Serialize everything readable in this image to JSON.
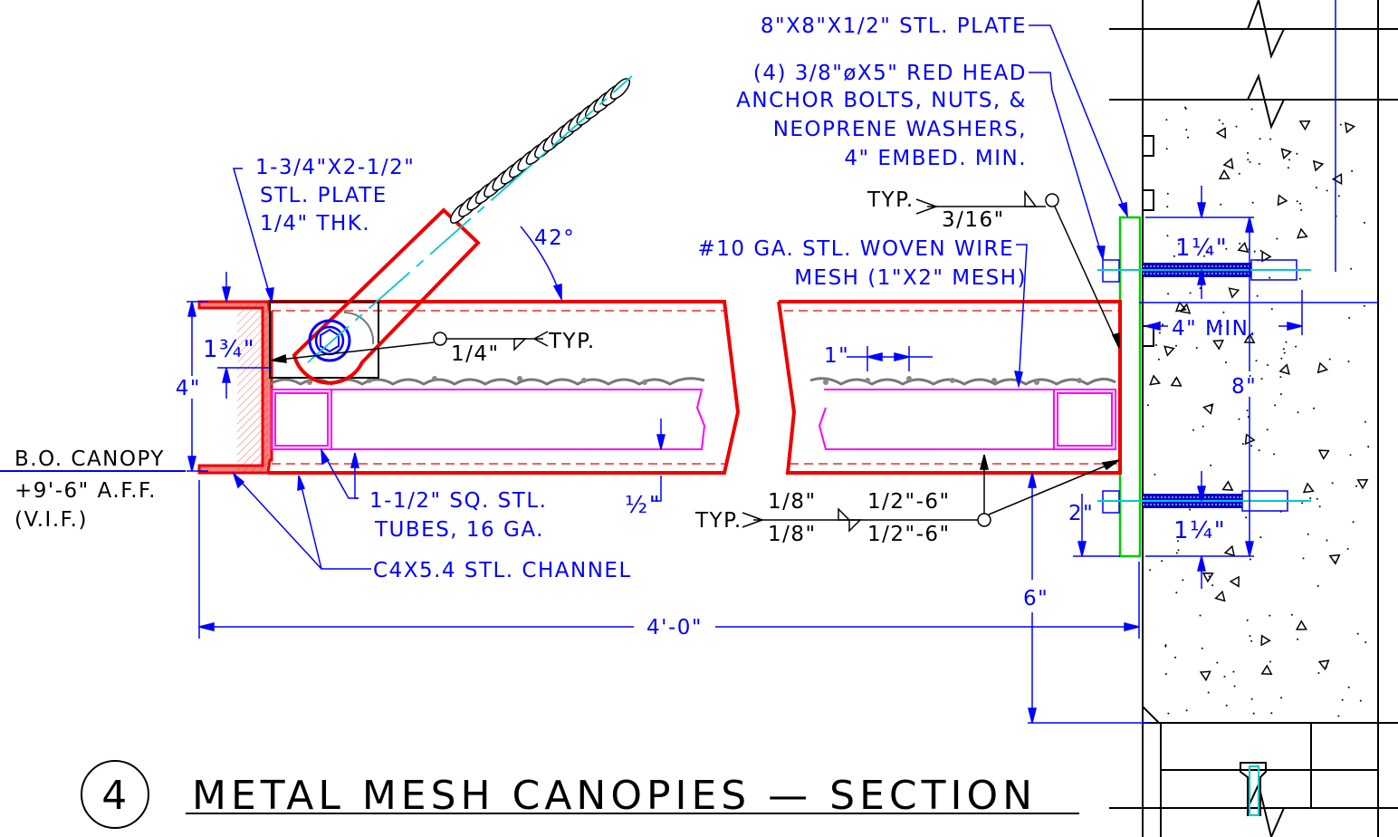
{
  "detail": {
    "number": "4",
    "title": "METAL MESH CANOPIES  —  SECTION"
  },
  "notes": {
    "plate_8x8": "8\"X8\"X1/2\" STL. PLATE",
    "anchor_1": "(4) 3/8\"øX5\" RED HEAD",
    "anchor_2": "ANCHOR BOLTS, NUTS, &",
    "anchor_3": "NEOPRENE WASHERS,",
    "anchor_4": "4\" EMBED. MIN.",
    "tab_plate_1": "1-3/4\"X2-1/2\"",
    "tab_plate_2": "STL. PLATE",
    "tab_plate_3": "1/4\" THK.",
    "mesh_1": "#10 GA. STL. WOVEN WIRE",
    "mesh_2": "MESH (1\"X2\" MESH)",
    "tubes_1": "1-1/2\" SQ. STL.",
    "tubes_2": "TUBES, 16 GA.",
    "channel": "C4X5.4 STL. CHANNEL",
    "canopy_1": "B.O. CANOPY",
    "canopy_2": "+9'-6\" A.F.F.",
    "canopy_3": "(V.I.F.)",
    "angle": "42°"
  },
  "welds": {
    "typ": "TYP.",
    "plate_weld": "3/16\"",
    "tab_weld": "1/4\"",
    "channel_weld_top": "1/8\"",
    "channel_weld_bot": "1/8\"",
    "channel_weld_top_r": "1/2\"-6\"",
    "channel_weld_bot_r": "1/2\"-6\""
  },
  "dims": {
    "overall": "4'-0\"",
    "depth": "4\"",
    "tab_h": "1¾\"",
    "mesh_spacing": "1\"",
    "half_in": "½\"",
    "bolt_edge_top": "1¼\"",
    "bolt_edge_bot": "1¼\"",
    "embed": "4\" MIN.",
    "plate_8": "8\"",
    "two_in": "2\"",
    "six_in": "6\""
  }
}
